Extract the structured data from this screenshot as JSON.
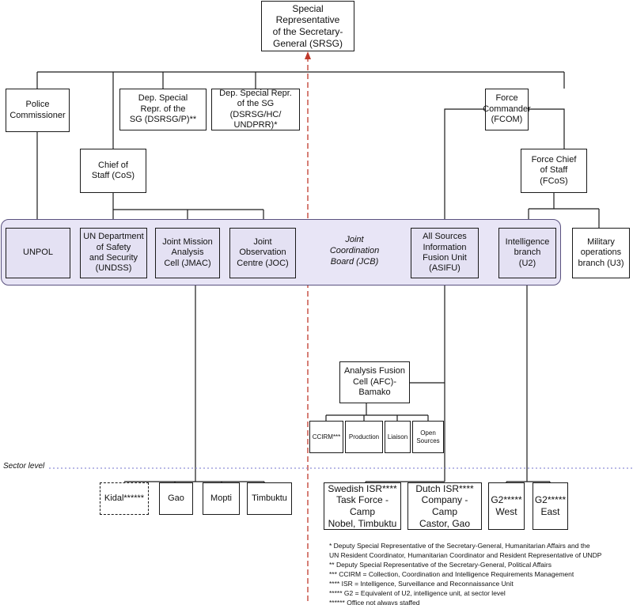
{
  "boxes": {
    "srsg": "Special Representative\nof the Secretary-\nGeneral (SRSG)",
    "police_commissioner": "Police\nCommissioner",
    "dsrsg_p": "Dep. Special\nRepr. of the\nSG (DSRSG/P)**",
    "dsrsg_hc": "Dep. Special Repr.\nof the SG (DSRSG/HC/\nUNDPRR)*",
    "fcom": "Force\nCommander\n(FCOM)",
    "cos": "Chief of\nStaff (CoS)",
    "fcos": "Force Chief\nof Staff\n(FCoS)",
    "unpol": "UNPOL",
    "undss": "UN Department\nof Safety\nand Security\n(UNDSS)",
    "jmac": "Joint Mission\nAnalysis\nCell (JMAC)",
    "joc": "Joint\nObservation\nCentre (JOC)",
    "asifu": "All Sources\nInformation\nFusion Unit\n(ASIFU)",
    "u2": "Intelligence\nbranch\n(U2)",
    "u3": "Military\noperations\nbranch (U3)",
    "afc": "Analysis Fusion\nCell (AFC)-\nBamako",
    "ccirm": "CCIRM***",
    "production": "Production",
    "liaison": "Liaison",
    "open_sources": "Open\nSources",
    "kidal": "Kidal******",
    "gao": "Gao",
    "mopti": "Mopti",
    "timbuktu": "Timbuktu",
    "swedish": "Swedish ISR****\nTask Force - Camp\nNobel, Timbuktu",
    "dutch": "Dutch ISR****\nCompany - Camp\nCastor, Gao",
    "g2_west": "G2*****\nWest",
    "g2_east": "G2*****\nEast"
  },
  "jcb_label": "Joint\nCoordination\nBoard (JCB)",
  "sector_label": "Sector level",
  "footnotes": [
    "* Deputy Special Representative of the Secretary-General, Humanitarian Affairs and the",
    "UN Resident Coordinator, Humanitarian Coordinator and Resident Representative of UNDP",
    "** Deputy Special Representative of the Secretary-General, Political Affairs",
    "*** CCIRM = Collection, Coordination and Intelligence Requirements Management",
    "**** ISR = Intelligence, Surveillance and Reconnaissance Unit",
    "***** G2 = Equivalent of U2, intelligence unit, at sector level",
    "****** Office not always staffed"
  ],
  "colors": {
    "box_border": "#1a1a1a",
    "shaded_fill": "#e4e1f3",
    "band_fill": "#e8e5f6",
    "band_border": "#5a527f",
    "srsg_divider": "#c0392b",
    "sector_divider": "#8f8fd6"
  }
}
